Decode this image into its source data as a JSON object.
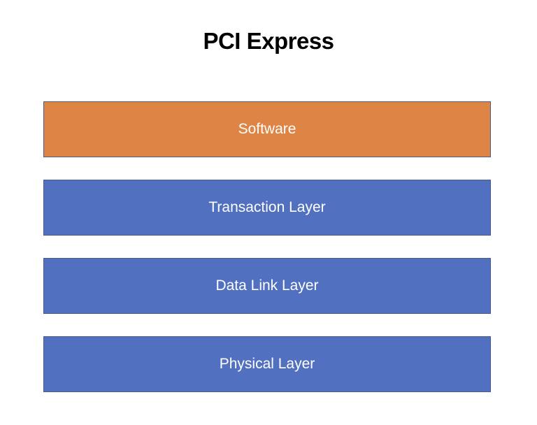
{
  "title": "PCI Express",
  "layers": [
    {
      "label": "Software",
      "color": "#de8444"
    },
    {
      "label": "Transaction Layer",
      "color": "#5170bf"
    },
    {
      "label": "Data Link Layer",
      "color": "#5170bf"
    },
    {
      "label": "Physical Layer",
      "color": "#5170bf"
    }
  ]
}
